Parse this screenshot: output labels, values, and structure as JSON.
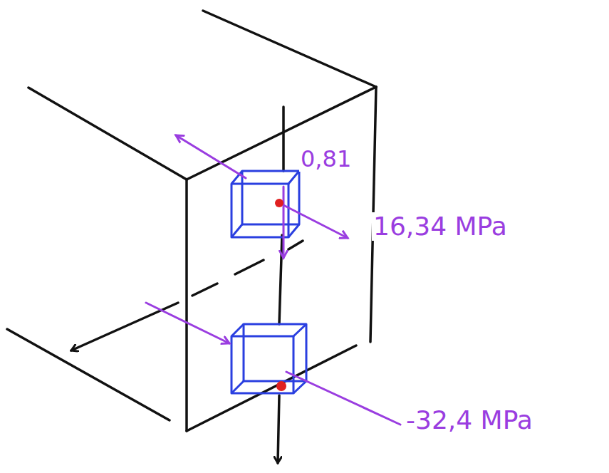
{
  "diagram": {
    "labels": [
      "0,81",
      "16,34 MPa",
      "-32,4 MPa"
    ]
  }
}
